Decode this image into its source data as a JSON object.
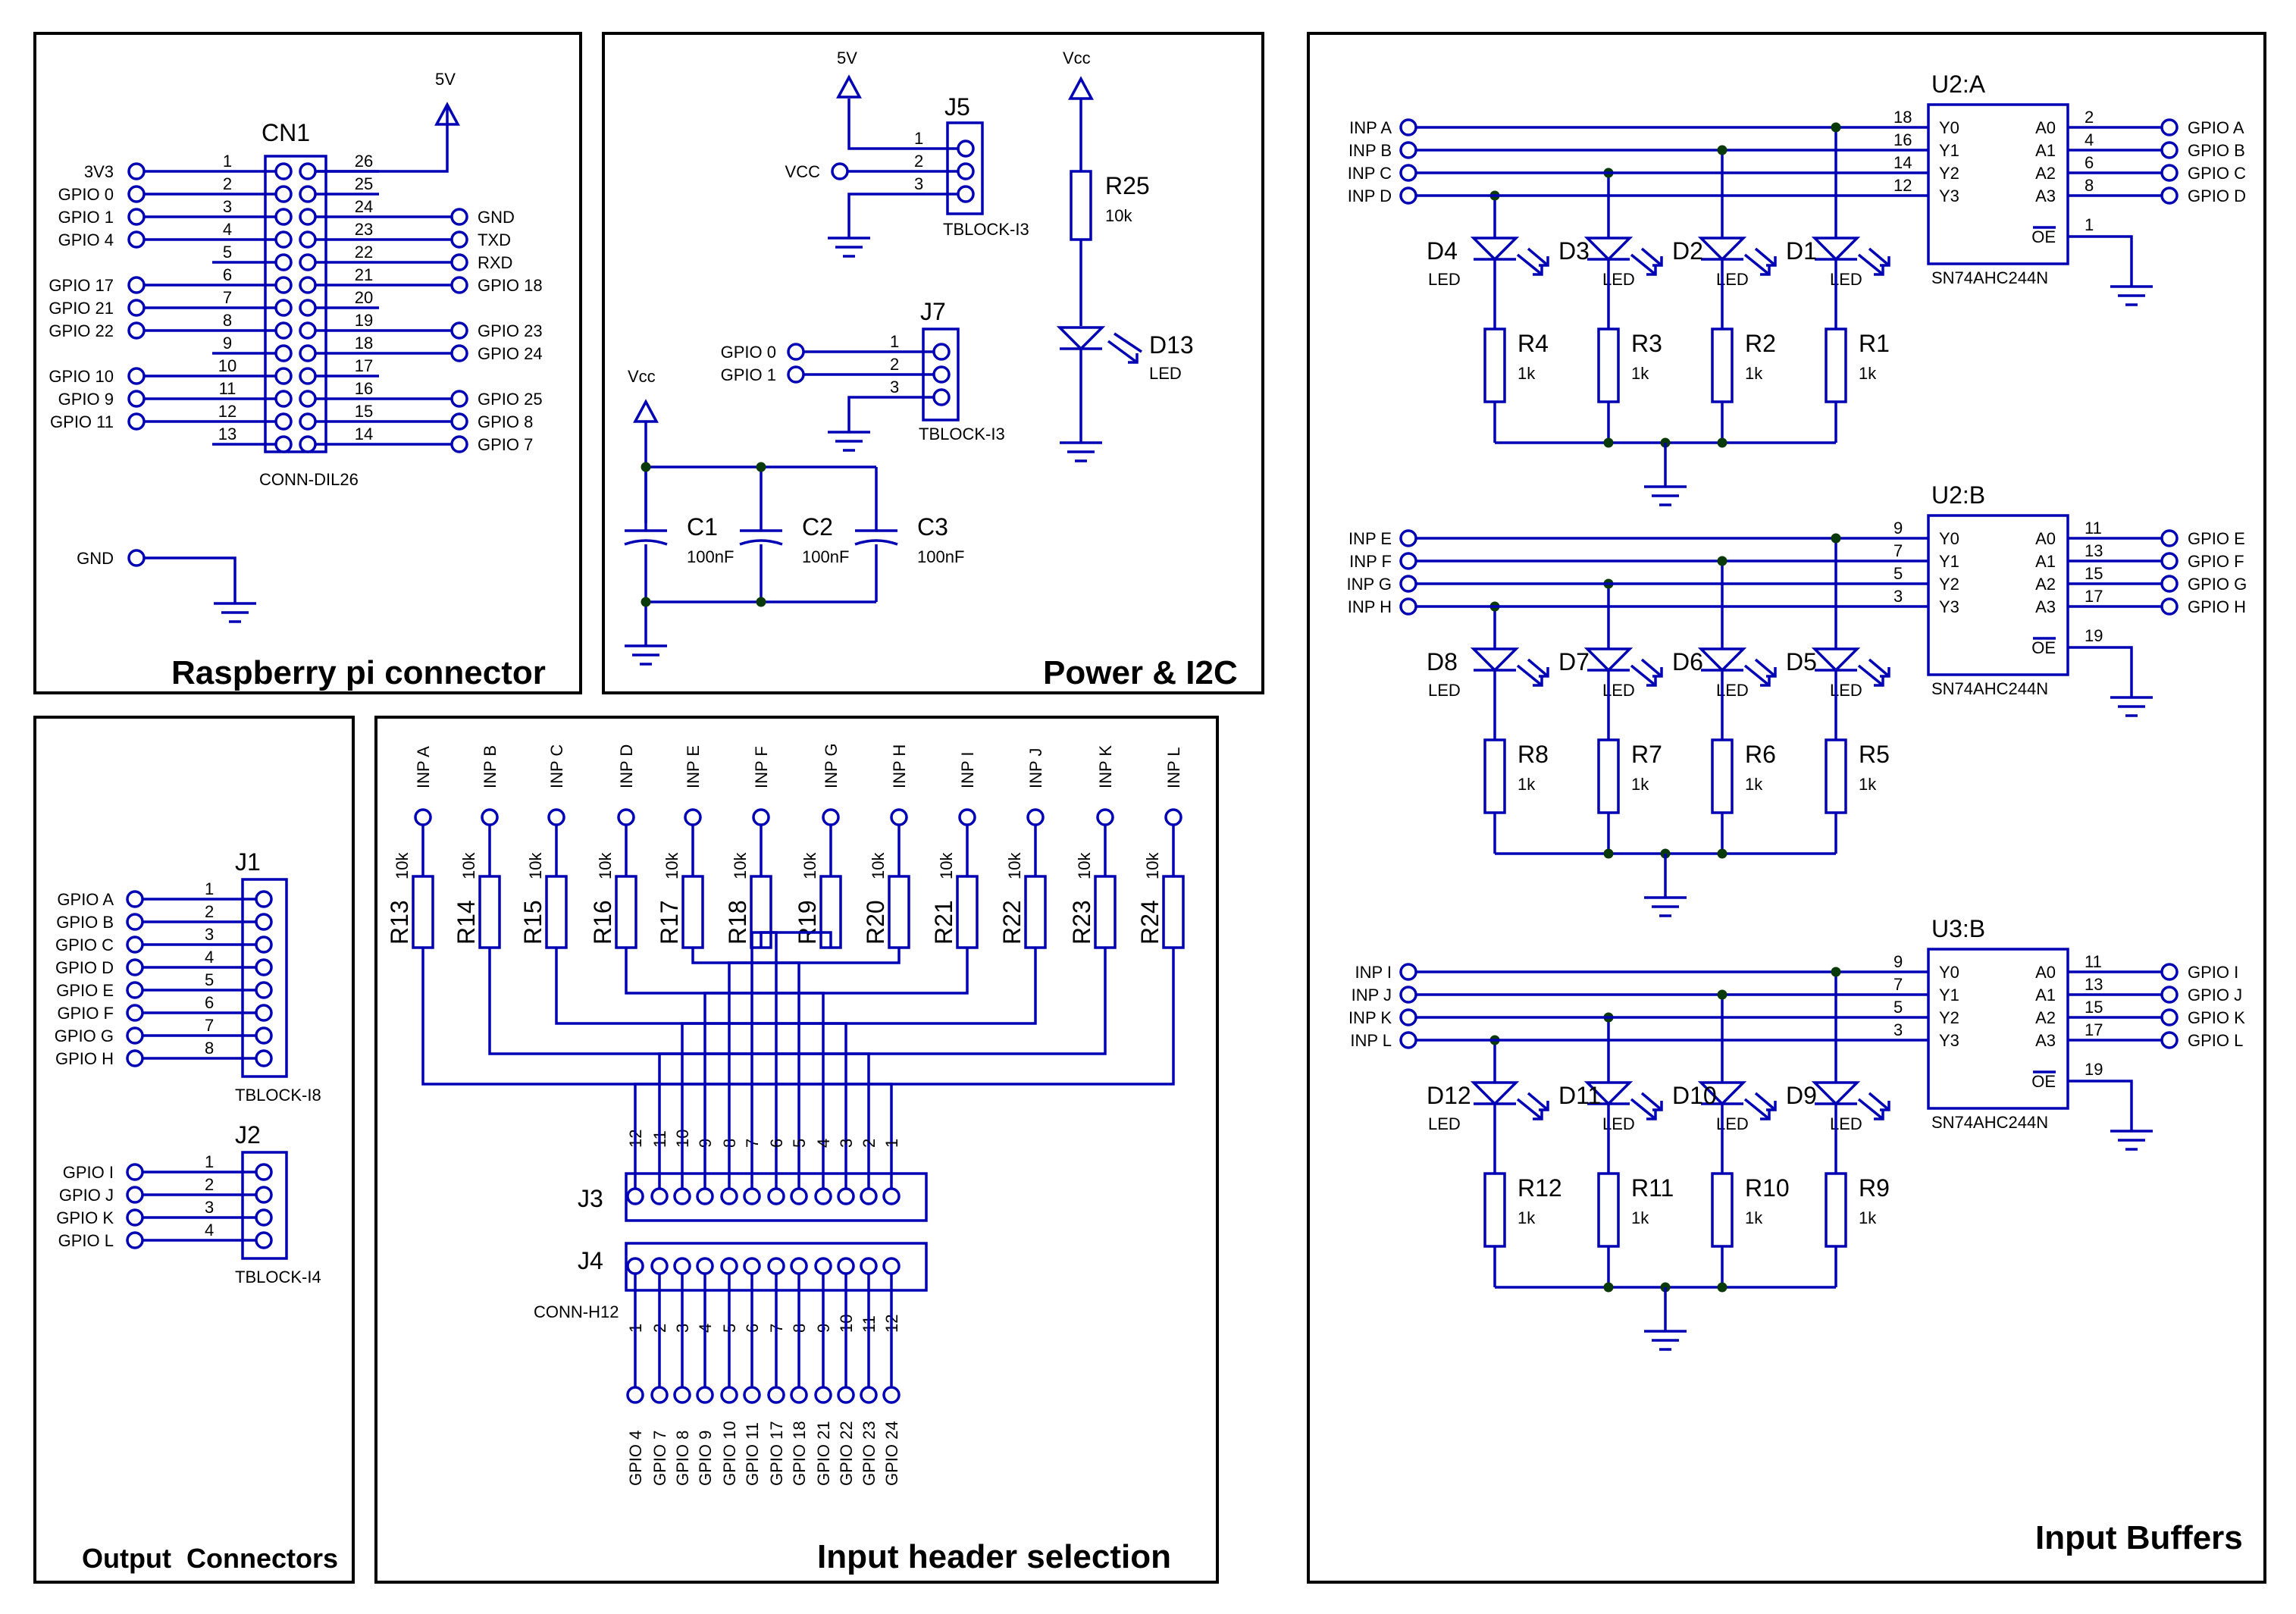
{
  "frames": {
    "rpi": "Raspberry pi connector",
    "power": "Power & I2C",
    "out_a": "Output",
    "out_b": "Connectors",
    "hdr": "Input header selection",
    "buf": "Input Buffers"
  },
  "cn1": {
    "ref": "CN1",
    "value": "CONN-DIL26",
    "supply": "5V",
    "gnd": "GND",
    "pin_nums_left": [
      "1",
      "2",
      "3",
      "4",
      "5",
      "6",
      "7",
      "8",
      "9",
      "10",
      "11",
      "12",
      "13"
    ],
    "pin_nums_right": [
      "26",
      "25",
      "24",
      "23",
      "22",
      "21",
      "20",
      "19",
      "18",
      "17",
      "16",
      "15",
      "14"
    ],
    "left_labels": [
      "3V3",
      "GPIO 0",
      "GPIO 1",
      "GPIO 4",
      "",
      "GPIO 17",
      "GPIO 21",
      "GPIO 22",
      "",
      "GPIO 10",
      "GPIO 9",
      "GPIO 11",
      ""
    ],
    "right_labels": [
      "",
      "",
      "GND",
      "TXD",
      "RXD",
      "GPIO 18",
      "",
      "GPIO 23",
      "GPIO 24",
      "",
      "GPIO 25",
      "GPIO 8",
      "GPIO 7"
    ]
  },
  "power": {
    "j5": {
      "ref": "J5",
      "value": "TBLOCK-I3",
      "pins": [
        "1",
        "2",
        "3"
      ],
      "supply": "5V",
      "net": "VCC"
    },
    "j7": {
      "ref": "J7",
      "value": "TBLOCK-I3",
      "pins": [
        "1",
        "2",
        "3"
      ],
      "nets": [
        "GPIO 0",
        "GPIO 1"
      ]
    },
    "vcc1": "Vcc",
    "vcc2": "Vcc",
    "caps": [
      {
        "ref": "C1",
        "value": "100nF"
      },
      {
        "ref": "C2",
        "value": "100nF"
      },
      {
        "ref": "C3",
        "value": "100nF"
      }
    ],
    "r25": {
      "ref": "R25",
      "value": "10k"
    },
    "d13": {
      "ref": "D13",
      "value": "LED"
    }
  },
  "outputs": {
    "j1": {
      "ref": "J1",
      "value": "TBLOCK-I8",
      "labels": [
        "GPIO A",
        "GPIO B",
        "GPIO C",
        "GPIO D",
        "GPIO E",
        "GPIO F",
        "GPIO G",
        "GPIO H"
      ],
      "pins": [
        "1",
        "2",
        "3",
        "4",
        "5",
        "6",
        "7",
        "8"
      ]
    },
    "j2": {
      "ref": "J2",
      "value": "TBLOCK-I4",
      "labels": [
        "GPIO I",
        "GPIO J",
        "GPIO K",
        "GPIO L"
      ],
      "pins": [
        "1",
        "2",
        "3",
        "4"
      ]
    }
  },
  "header": {
    "inputs": [
      "INP A",
      "INP B",
      "INP C",
      "INP D",
      "INP E",
      "INP F",
      "INP G",
      "INP H",
      "INP I",
      "INP J",
      "INP K",
      "INP L"
    ],
    "res_refs": [
      "R13",
      "R14",
      "R15",
      "R16",
      "R17",
      "R18",
      "R19",
      "R20",
      "R21",
      "R22",
      "R23",
      "R24"
    ],
    "res_val": "10k",
    "j3": "J3",
    "j4": "J4",
    "j4_value": "CONN-H12",
    "j3_pins": [
      "12",
      "11",
      "10",
      "9",
      "8",
      "7",
      "6",
      "5",
      "4",
      "3",
      "2",
      "1"
    ],
    "j4_pins": [
      "1",
      "2",
      "3",
      "4",
      "5",
      "6",
      "7",
      "8",
      "9",
      "10",
      "11",
      "12"
    ],
    "gpios": [
      "GPIO 4",
      "GPIO 7",
      "GPIO 8",
      "GPIO 9",
      "GPIO 10",
      "GPIO 11",
      "GPIO 17",
      "GPIO 18",
      "GPIO 21",
      "GPIO 22",
      "GPIO 23",
      "GPIO 24"
    ]
  },
  "buffers": [
    {
      "ref": "U2:A",
      "part": "SN74AHC244N",
      "oe_pin": "1",
      "in_pins": [
        "18",
        "16",
        "14",
        "12"
      ],
      "out_pins": [
        "2",
        "4",
        "6",
        "8"
      ],
      "inputs": [
        "INP A",
        "INP B",
        "INP C",
        "INP D"
      ],
      "outputs": [
        "GPIO A",
        "GPIO B",
        "GPIO C",
        "GPIO D"
      ],
      "leds": [
        "D4",
        "D3",
        "D2",
        "D1"
      ],
      "res": [
        "R4",
        "R3",
        "R2",
        "R1"
      ]
    },
    {
      "ref": "U2:B",
      "part": "SN74AHC244N",
      "oe_pin": "19",
      "in_pins": [
        "9",
        "7",
        "5",
        "3"
      ],
      "out_pins": [
        "11",
        "13",
        "15",
        "17"
      ],
      "inputs": [
        "INP E",
        "INP F",
        "INP G",
        "INP H"
      ],
      "outputs": [
        "GPIO E",
        "GPIO F",
        "GPIO G",
        "GPIO H"
      ],
      "leds": [
        "D8",
        "D7",
        "D6",
        "D5"
      ],
      "res": [
        "R8",
        "R7",
        "R6",
        "R5"
      ]
    },
    {
      "ref": "U3:B",
      "part": "SN74AHC244N",
      "oe_pin": "19",
      "in_pins": [
        "9",
        "7",
        "5",
        "3"
      ],
      "out_pins": [
        "11",
        "13",
        "15",
        "17"
      ],
      "inputs": [
        "INP I",
        "INP J",
        "INP K",
        "INP L"
      ],
      "outputs": [
        "GPIO I",
        "GPIO J",
        "GPIO K",
        "GPIO L"
      ],
      "leds": [
        "D12",
        "D11",
        "D10",
        "D9"
      ],
      "res": [
        "R12",
        "R11",
        "R10",
        "R9"
      ]
    }
  ],
  "buf_common": {
    "ys": [
      "Y0",
      "Y1",
      "Y2",
      "Y3"
    ],
    "as": [
      "A0",
      "A1",
      "A2",
      "A3"
    ],
    "oe": "OE",
    "led": "LED",
    "r_val": "1k"
  }
}
